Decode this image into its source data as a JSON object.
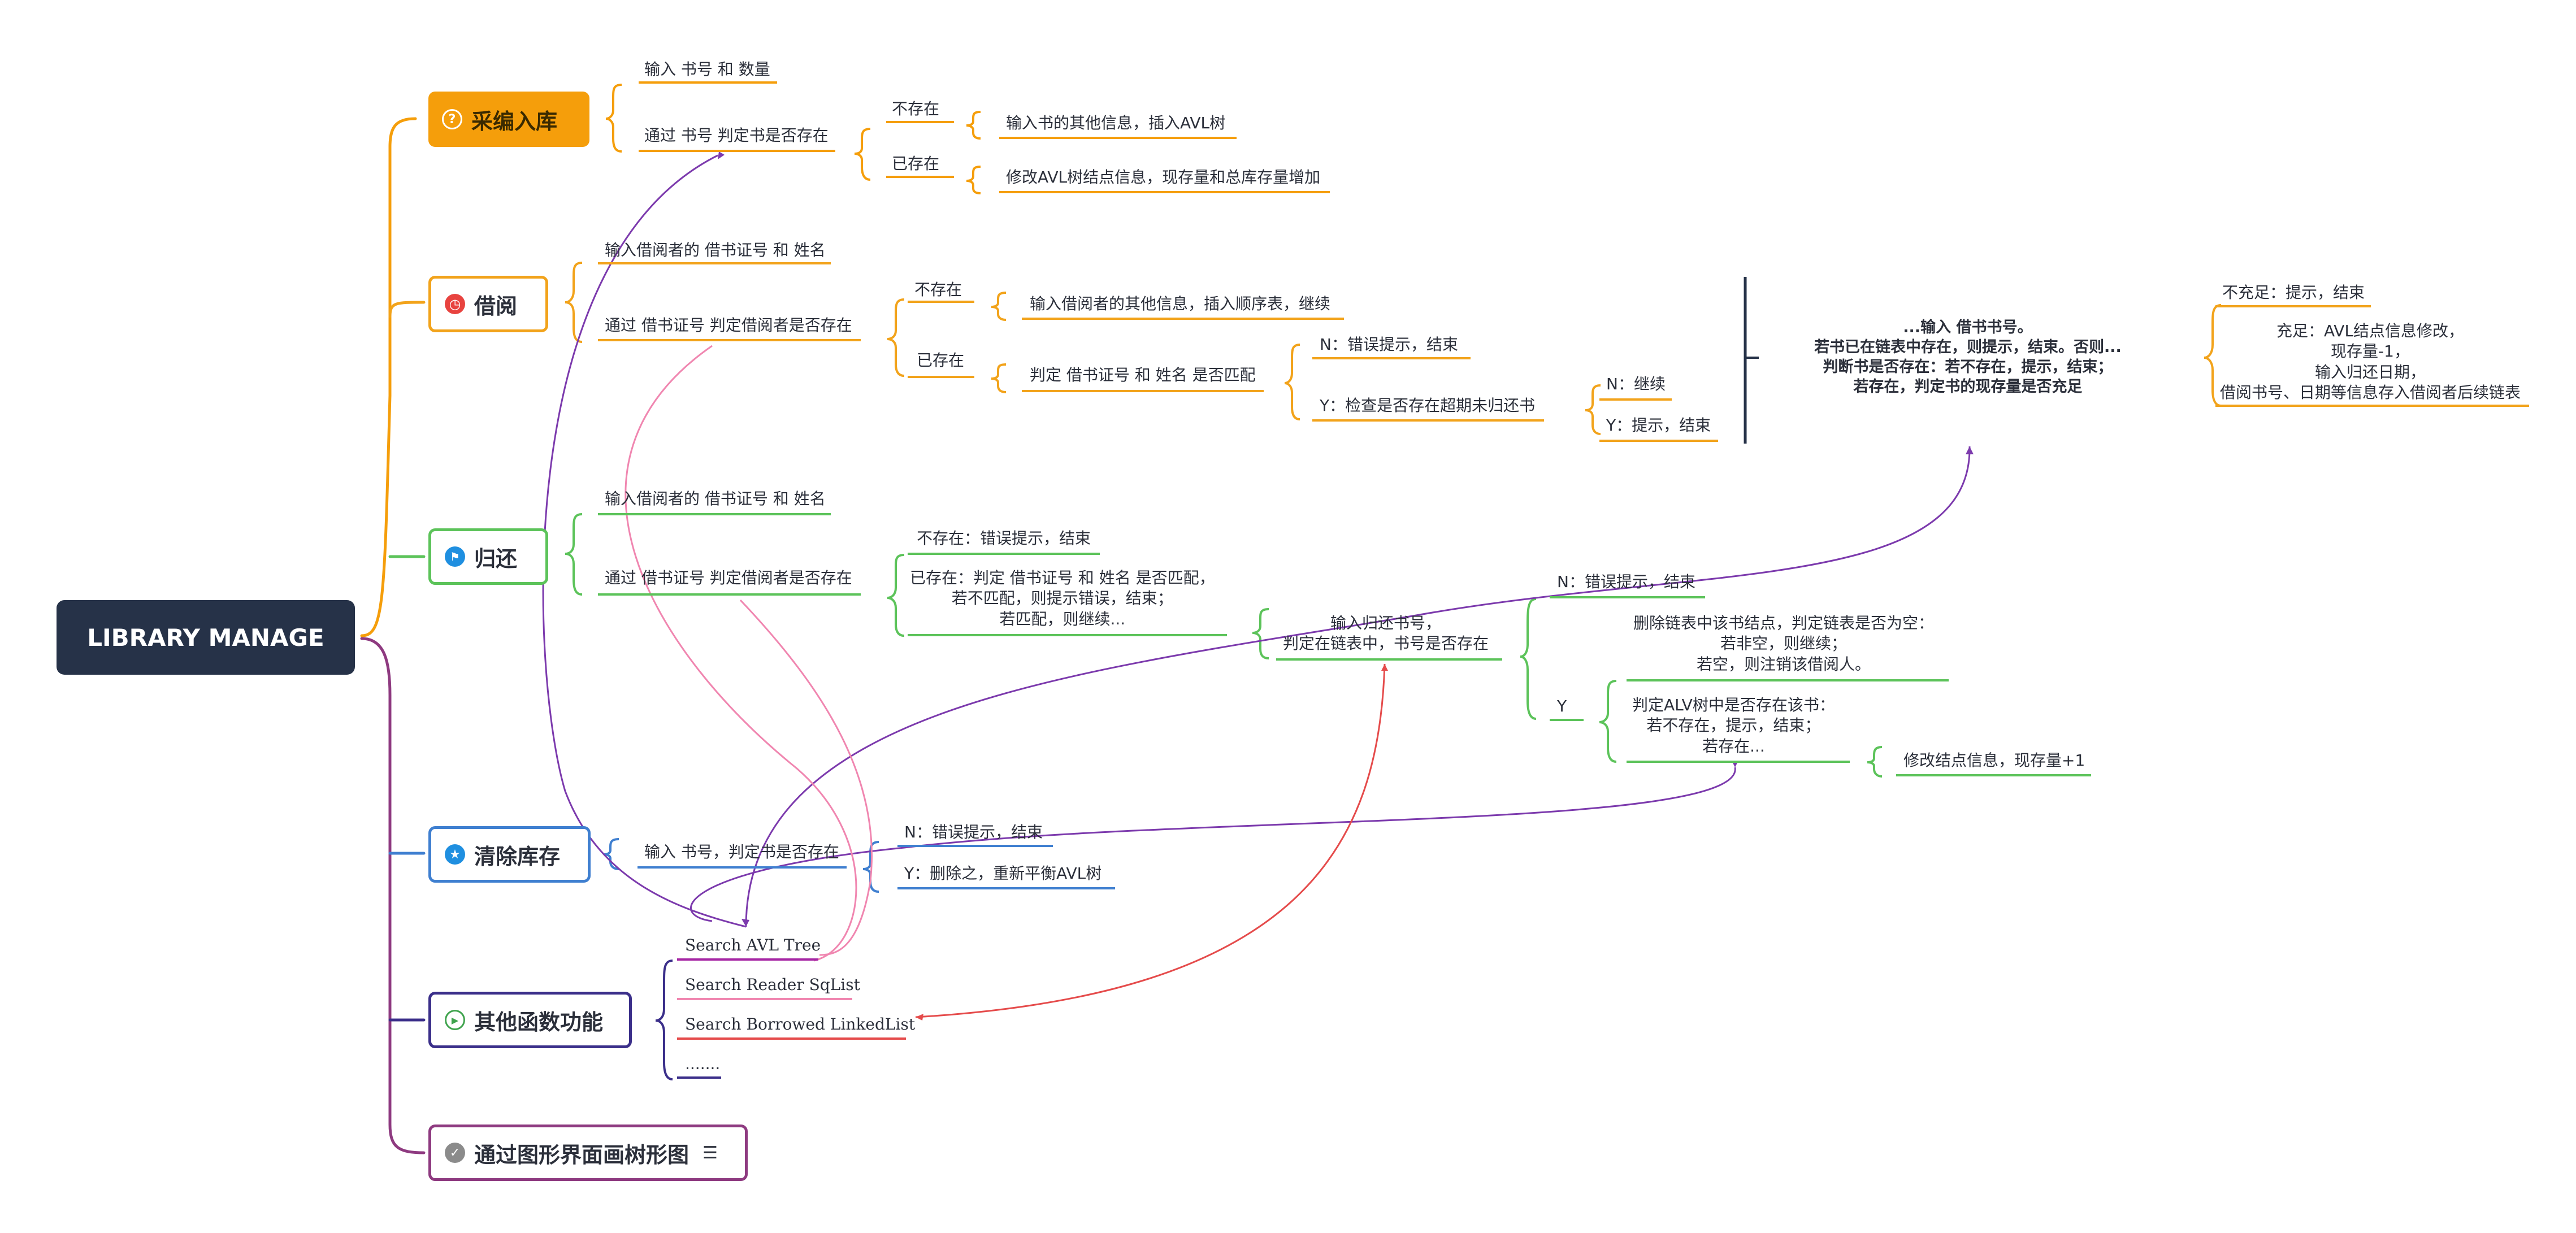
{
  "root": {
    "label": "LIBRARY MANAGE"
  },
  "topics": {
    "acquire": {
      "label": "采编入库",
      "icon": "question-icon",
      "color": "#f59e0b"
    },
    "borrow": {
      "label": "借阅",
      "icon": "clock-icon",
      "color": "#f2a31b"
    },
    "return": {
      "label": "归还",
      "icon": "flag-icon",
      "color": "#5cc35a"
    },
    "clear": {
      "label": "清除库存",
      "icon": "star-icon",
      "color": "#3f7fd0"
    },
    "other": {
      "label": "其他函数功能",
      "icon": "play-icon",
      "color": "#3b2f8a"
    },
    "gui": {
      "label": "通过图形界面画树形图",
      "icon": "check-icon",
      "color": "#8e3a80",
      "note_icon": "notes-icon"
    }
  },
  "acquire": {
    "input": "输入 书号 和 数量",
    "judge": "通过 书号 判定书是否存在",
    "not_exist": "不存在",
    "not_exist_action": "输入书的其他信息，插入AVL树",
    "exist": "已存在",
    "exist_action": "修改AVL树结点信息，现存量和总库存量增加"
  },
  "borrow": {
    "input": "输入借阅者的 借书证号 和 姓名",
    "judge": "通过 借书证号 判定借阅者是否存在",
    "not_exist": "不存在",
    "not_exist_action": "输入借阅者的其他信息，插入顺序表，继续",
    "exist": "已存在",
    "match": "判定 借书证号 和 姓名 是否匹配",
    "n_error": "N：错误提示，结束",
    "y_check": "Y：检查是否存在超期未归还书",
    "n_continue": "N：继续",
    "y_end": "Y：提示，结束",
    "detail": "...输入 借书书号。\n若书已在链表中存在，则提示，结束。否则...\n判断书是否存在：若不存在，提示，结束；\n若存在，判定书的现存量是否充足",
    "insufficient": "不充足：提示，结束",
    "sufficient": "充足：AVL结点信息修改，\n现存量-1，\n输入归还日期，\n借阅书号、日期等信息存入借阅者后续链表"
  },
  "return": {
    "input": "输入借阅者的 借书证号 和 姓名",
    "judge": "通过 借书证号 判定借阅者是否存在",
    "not_exist": "不存在：错误提示，结束",
    "exist": "已存在：判定 借书证号 和 姓名 是否匹配，\n若不匹配，则提示错误，结束；\n若匹配，则继续...",
    "input_book": "输入归还书号，\n判定在链表中，书号是否存在",
    "n_error": "N：错误提示，结束",
    "delete_node": "删除链表中该书结点，判定链表是否为空：\n若非空，则继续；\n若空，则注销该借阅人。",
    "y": "Y",
    "judge_avl": "判定ALV树中是否存在该书：\n若不存在，提示，结束；\n若存在...",
    "modify": "修改结点信息，现存量+1"
  },
  "clear": {
    "input": "输入 书号，判定书是否存在",
    "n_error": "N：错误提示，结束",
    "y_delete": "Y：删除之，重新平衡AVL树"
  },
  "other": {
    "items": [
      "Search AVL Tree",
      "Search Reader SqList",
      "Search Borrowed LinkedList",
      "......."
    ]
  }
}
